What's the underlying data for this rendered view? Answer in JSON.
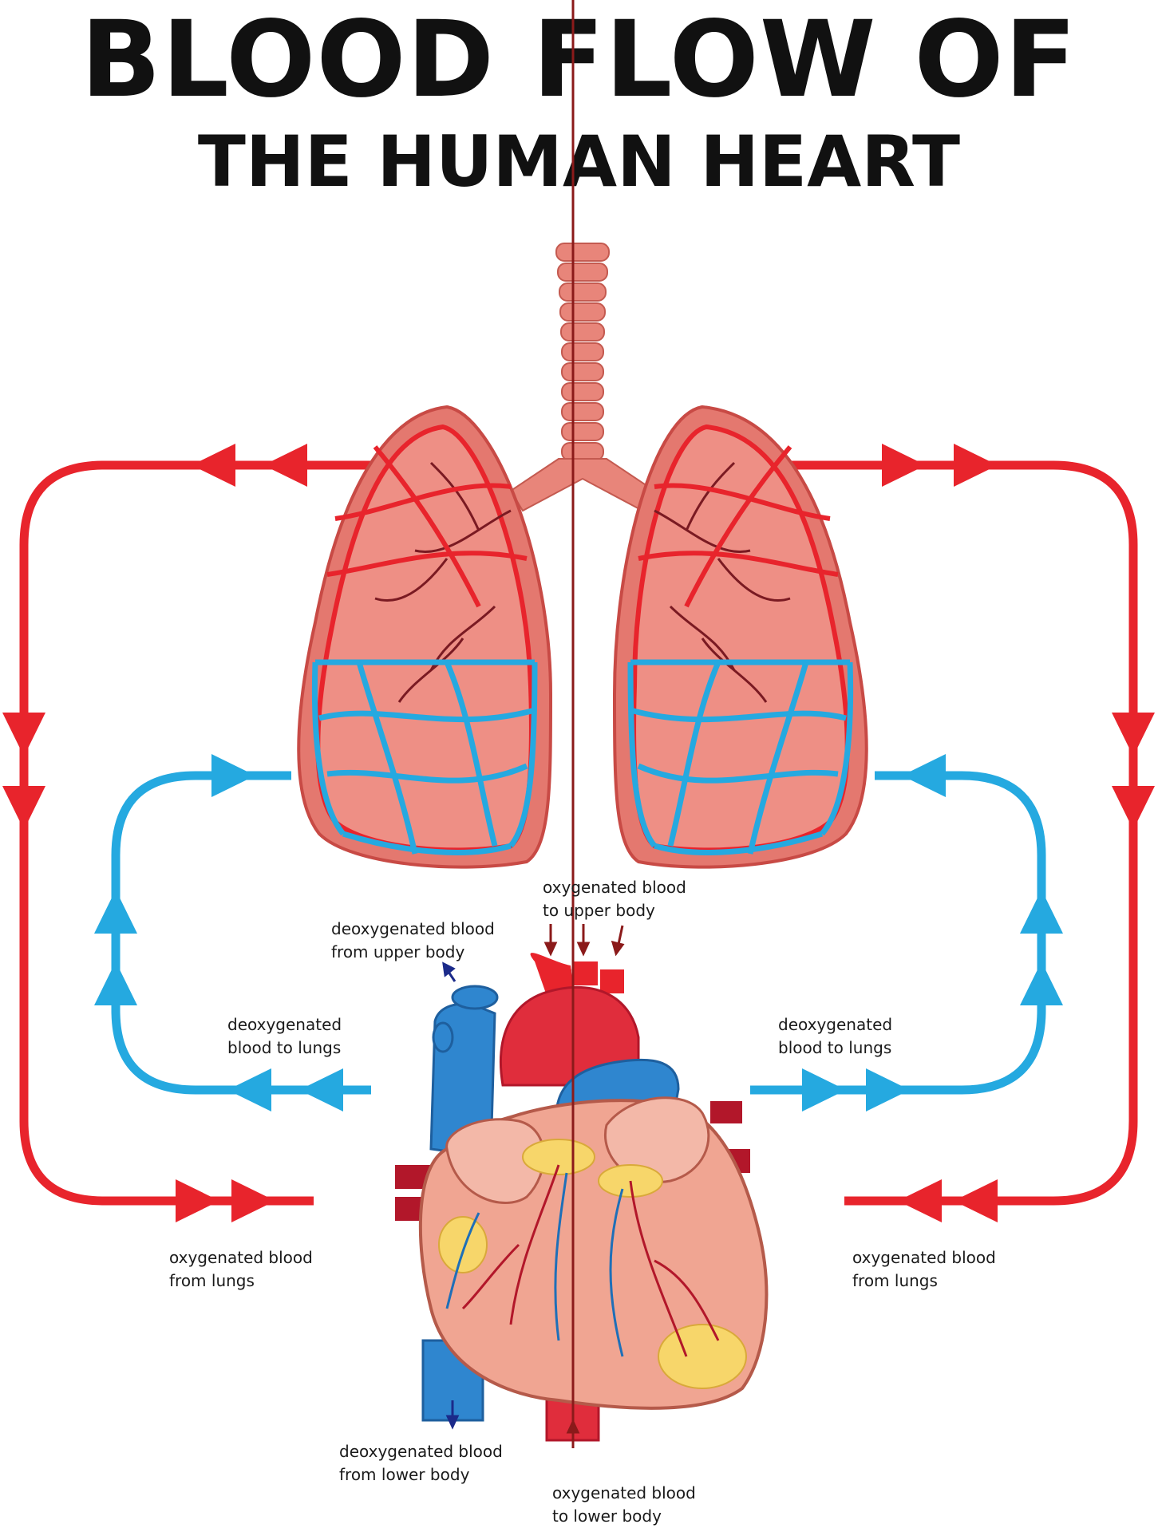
{
  "title": {
    "line1": "BLOOD FLOW OF",
    "line2": "THE HUMAN HEART"
  },
  "labels": {
    "oxy_upper": [
      "oxygenated blood",
      "to upper body"
    ],
    "deoxy_upper": [
      "deoxygenated blood",
      "from upper body"
    ],
    "deoxy_lungs_left": [
      "deoxygenated",
      "blood to lungs"
    ],
    "deoxy_lungs_right": [
      "deoxygenated",
      "blood to lungs"
    ],
    "oxy_lungs_left": [
      "oxygenated blood",
      "from lungs"
    ],
    "oxy_lungs_right": [
      "oxygenated blood",
      "from lungs"
    ],
    "deoxy_lower": [
      "deoxygenated blood",
      "from lower body"
    ],
    "oxy_lower": [
      "oxygenated blood",
      "to lower body"
    ]
  },
  "colors": {
    "oxygenated": "#e8242c",
    "deoxygenated": "#25a9e0",
    "lung": "#e4786f",
    "heart": "#f0a592",
    "fat": "#f7d66a",
    "trachea": "#e8857a"
  }
}
